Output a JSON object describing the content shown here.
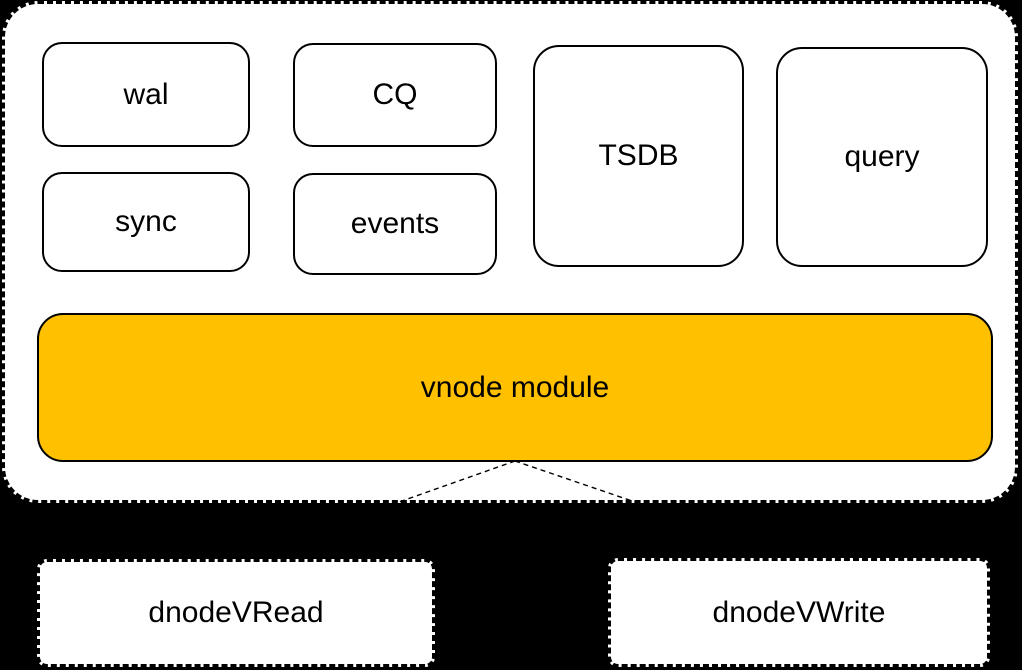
{
  "colors": {
    "background": "#000000",
    "surface": "#FFFFFF",
    "border": "#000000",
    "vnode_fill": "#FFC000"
  },
  "modules": {
    "wal": {
      "label": "wal"
    },
    "cq": {
      "label": "CQ"
    },
    "tsdb": {
      "label": "TSDB"
    },
    "query": {
      "label": "query"
    },
    "sync": {
      "label": "sync"
    },
    "events": {
      "label": "events"
    }
  },
  "vnode": {
    "label": "vnode module"
  },
  "dnode_read": {
    "label": "dnodeVRead"
  },
  "dnode_write": {
    "label": "dnodeVWrite"
  }
}
